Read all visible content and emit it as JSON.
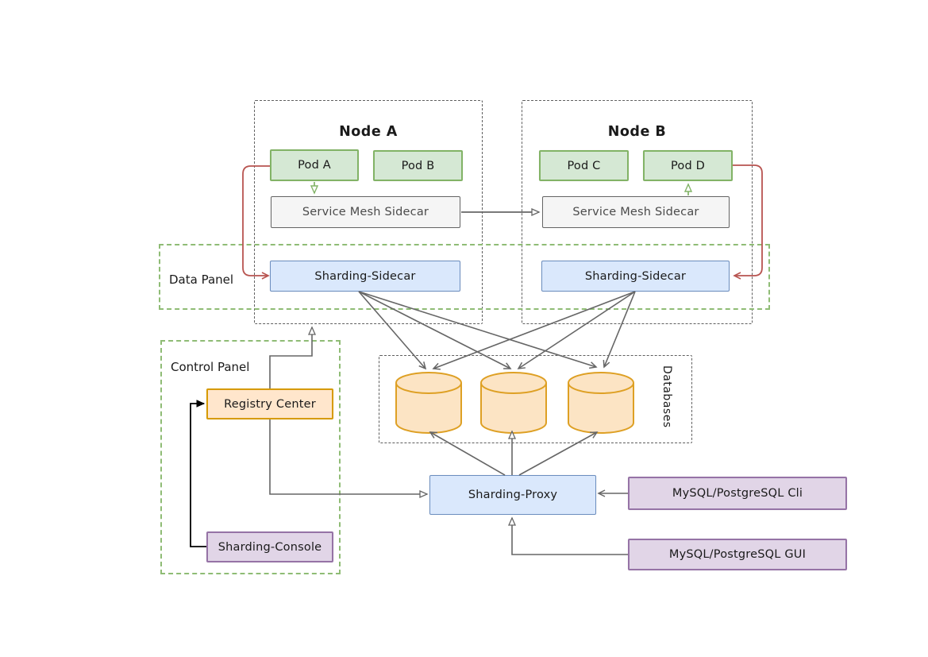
{
  "diagram": {
    "title_none_visible": "",
    "panels": {
      "node_a": "Node A",
      "node_b": "Node B",
      "data_panel": "Data Panel",
      "control_panel": "Control Panel",
      "databases": "Databases"
    },
    "boxes": {
      "pod_a": "Pod A",
      "pod_b": "Pod B",
      "pod_c": "Pod C",
      "pod_d": "Pod D",
      "sms_a": "Service Mesh Sidecar",
      "sms_b": "Service Mesh Sidecar",
      "sidecar_a": "Sharding-Sidecar",
      "sidecar_b": "Sharding-Sidecar",
      "registry": "Registry Center",
      "console": "Sharding-Console",
      "proxy": "Sharding-Proxy",
      "cli": "MySQL/PostgreSQL Cli",
      "gui": "MySQL/PostgreSQL GUI"
    },
    "database_cylinder_count": 3,
    "colors": {
      "pod_fill": "#d5e8d4",
      "pod_stroke": "#82b366",
      "mesh_fill": "#f5f5f5",
      "mesh_stroke": "#666666",
      "sharding_fill": "#dae8fc",
      "sharding_stroke": "#6c8ebf",
      "registry_fill": "#ffe6cc",
      "registry_stroke": "#d79b00",
      "client_fill": "#e1d5e7",
      "client_stroke": "#9673a6",
      "cylinder_fill": "#fce4c4",
      "cylinder_stroke": "#dea024",
      "panel_dash_green": "#8fbc75",
      "group_dash_gray": "#5f5f5f",
      "arrow_gray": "#666666",
      "arrow_red": "#b85450",
      "arrow_green": "#82b366",
      "arrow_black": "#000000"
    }
  }
}
